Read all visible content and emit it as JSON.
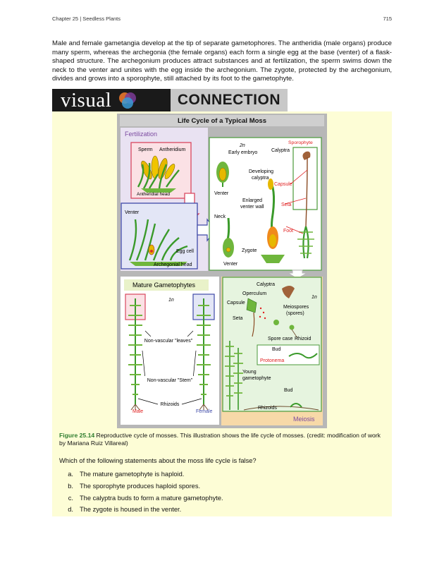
{
  "header": {
    "chapter": "Chapter 25 | Seedless Plants",
    "page_number": "715"
  },
  "intro_paragraph": "Male and female gametangia develop at the tip of separate gametophores. The antheridia (male organs) produce many sperm, whereas the archegonia (the female organs) each form a single egg at the base (venter) of a flask-shaped structure. The archegonium produces attract substances and at fertilization, the sperm swims down the neck to the venter and unites with the egg inside the archegonium. The zygote, protected by the archegonium, divides and grows into a sporophyte, still attached by its foot to the gametophyte.",
  "banner": {
    "left": "visual",
    "right": "CONNECTION"
  },
  "figure": {
    "title": "Life Cycle of a Typical Moss",
    "fertilization": "Fertilization",
    "sperm": "Sperm",
    "antheridium": "Antheridium",
    "antheridial_head": "Antheridial head",
    "venter_top": "Venter",
    "egg_cell": "Egg cell",
    "archegonial_head": "Archegonial head",
    "two_n": "2n",
    "early_embryo": "Early embryo",
    "calyptra_top": "Calyptra",
    "sporophyte": "Sporophyte",
    "developing_calyptra_1": "Developing",
    "developing_calyptra_2": "calyptra",
    "capsule_top": "Capsule",
    "venter_mid": "Venter",
    "enlarged_1": "Enlarged",
    "enlarged_2": "venter wall",
    "seta_top": "Seta",
    "neck": "Neck",
    "foot": "Foot",
    "zygote": "Zygote",
    "venter_low": "Venter",
    "mature_gametophytes": "Mature Gametophytes",
    "one_n_left": "1n",
    "nonvascular_leaves": "Non-vascular \"leaves\"",
    "nonvascular_stem": "Non-vascular \"Stem\"",
    "rhizoids_left": "Rhizoids",
    "male": "Male",
    "female": "Female",
    "calyptra_right": "Calyptra",
    "operculum": "Operculum",
    "one_n_right": "1n",
    "capsule_right": "Capsule",
    "meiospores_1": "Meiospores",
    "meiospores_2": "(spores)",
    "seta_right": "Seta",
    "spore_case": "Spore case",
    "rhizoid": "Rhizoid",
    "bud_upper": "Bud",
    "protonema": "Protonema",
    "young_1": "Young",
    "young_2": "gametophyte",
    "bud_lower": "Bud",
    "rhizoids_right": "Rhizoids",
    "meiosis": "Meiosis"
  },
  "caption": {
    "number": "Figure 25.14",
    "text": " Reproductive cycle of mosses. This illustration shows the life cycle of mosses. (credit: modification of work by Mariana Ruiz Villareal)"
  },
  "question": "Which of the following statements about the moss life cycle is false?",
  "options": [
    {
      "letter": "a.",
      "text": "The mature gametophyte is haploid."
    },
    {
      "letter": "b.",
      "text": "The sporophyte produces haploid spores."
    },
    {
      "letter": "c.",
      "text": "The calyptra buds to form a mature gametophyte."
    },
    {
      "letter": "d.",
      "text": "The zygote is housed in the venter."
    }
  ],
  "colors": {
    "accent_green": "#2e7d2e",
    "box_background": "#fdfdd6",
    "fertilization_purple": "#7b4aa0",
    "label_red": "#e02020",
    "figure_gray": "#b7b7b7"
  }
}
